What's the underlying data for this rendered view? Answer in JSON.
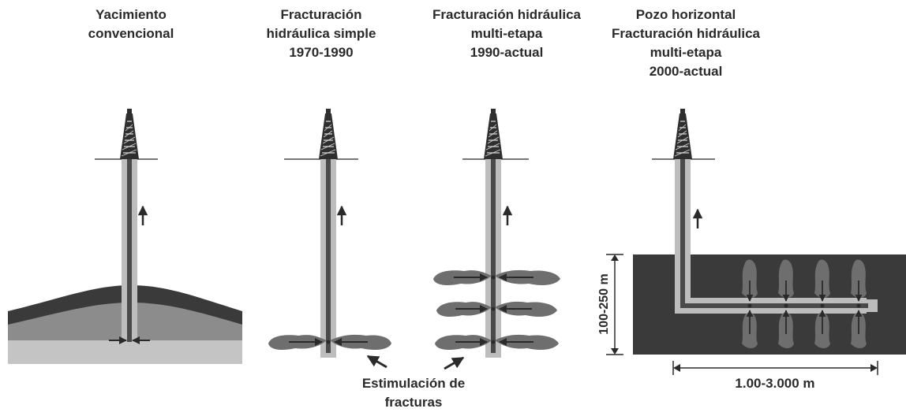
{
  "panels": [
    {
      "title_lines": [
        "Yacimiento",
        "convencional"
      ]
    },
    {
      "title_lines": [
        "Fracturación",
        "hidráulica simple",
        "1970-1990"
      ]
    },
    {
      "title_lines": [
        "Fracturación hidráulica",
        "multi-etapa",
        "1990-actual"
      ]
    },
    {
      "title_lines": [
        "Pozo horizontal",
        "Fracturación hidráulica",
        "multi-etapa",
        "2000-actual"
      ]
    }
  ],
  "annotations": {
    "stimulation_lines": [
      "Estimulación de",
      "fracturas"
    ],
    "thickness_label": "100-250 m",
    "length_label": "1.00-3.000 m"
  },
  "colors": {
    "rock_dark": "#3a3a3a",
    "reservoir": "#8c8c8c",
    "base_layer": "#c4c4c4",
    "well_light": "#bdbdbd",
    "well_dark": "#4a4a4a",
    "fracture": "#6e6e6e",
    "text": "#2a2a2a"
  }
}
